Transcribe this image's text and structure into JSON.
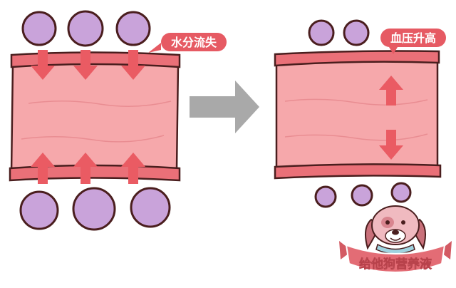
{
  "left_panel": {
    "label": "水分流失"
  },
  "right_panel": {
    "label": "血压升高"
  },
  "watermark": {
    "text": "给他狗营养液",
    "mascot_icon": "dog-mascot-icon"
  },
  "colors": {
    "vessel_fill": "#f6a8ab",
    "vessel_wall": "#ea7078",
    "arrow": "#ea5b63",
    "cell_fill": "#c9a3da",
    "outline": "#4a1e1e",
    "label_bg": "#e65a63",
    "transition_arrow": "#a9a9a9"
  }
}
